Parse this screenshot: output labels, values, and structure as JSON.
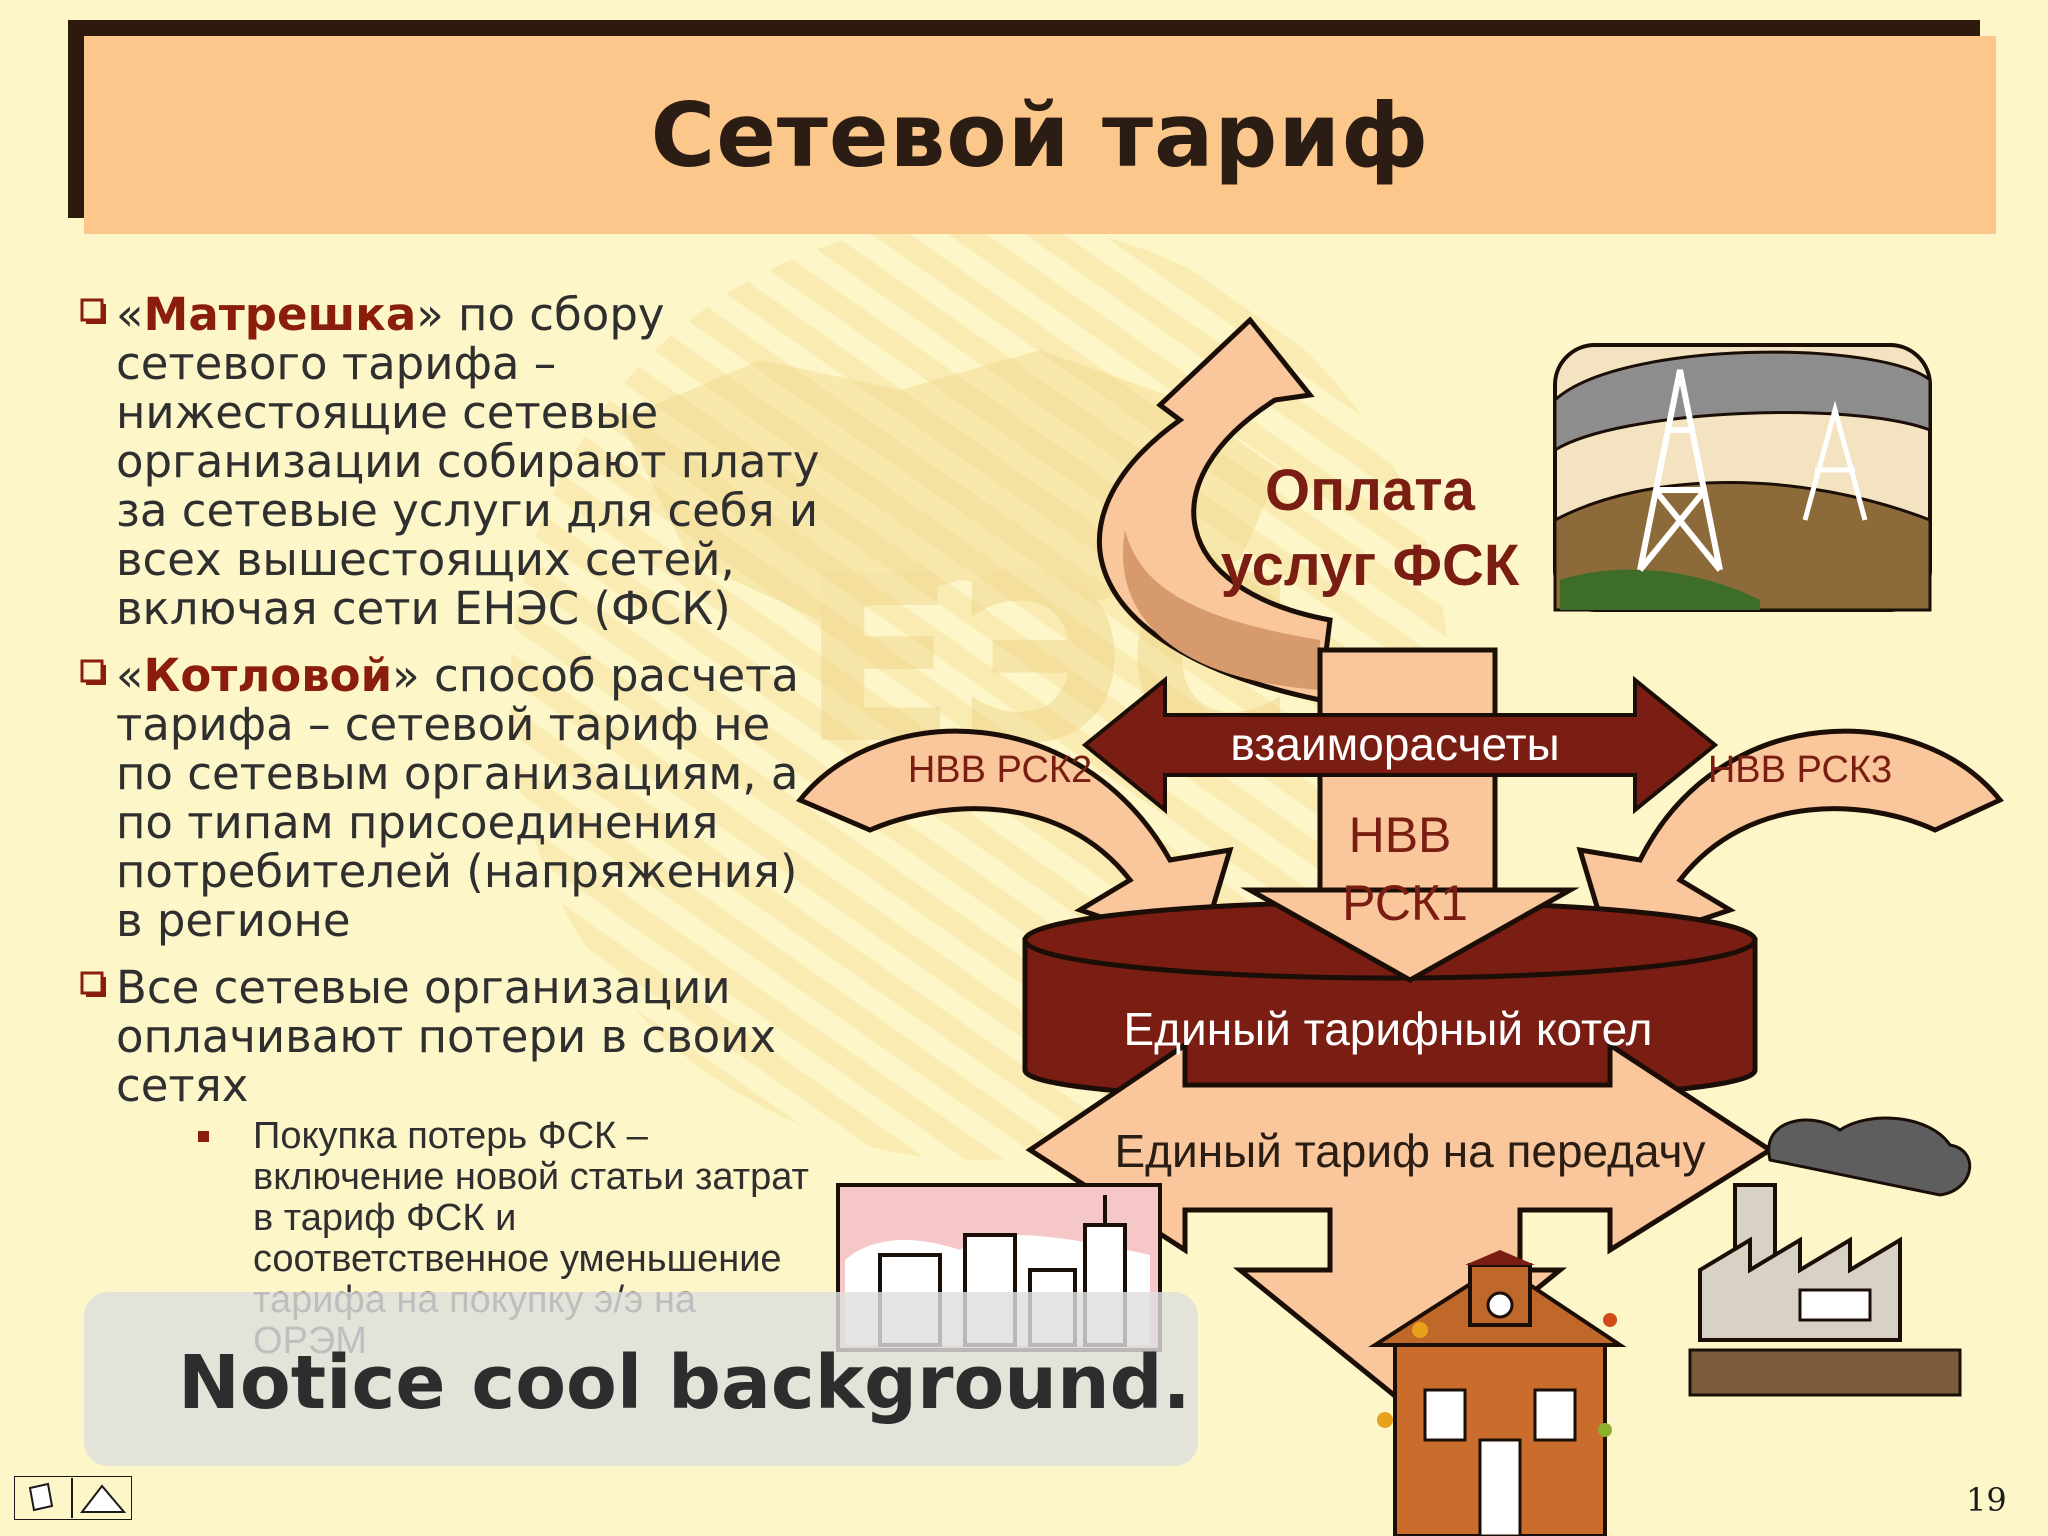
{
  "slide": {
    "title": "Сетевой тариф",
    "page_number": "19"
  },
  "bullets": [
    {
      "pre": "«",
      "bold": "Матрешка",
      "post": "» по сбору сетевого тарифа – нижестоящие сетевые организации собирают плату за сетевые услуги для себя и всех вышестоящих сетей, включая сети ЕНЭС (ФСК)"
    },
    {
      "pre": "«",
      "bold": "Котловой",
      "post": "» способ расчета тарифа – сетевой тариф не по сетевым организациям, а по типам присоединения потребителей (напряжения) в регионе"
    },
    {
      "pre": "",
      "bold": "",
      "post": "Все сетевые организации оплачивают потери в своих сетях"
    }
  ],
  "sub_bullet": "Покупка потерь ФСК – включение новой статьи затрат в тариф ФСК и соответственное уменьшение тарифа на покупку э/э на ОРЭМ",
  "diagram": {
    "payment_line1": "Оплата",
    "payment_line2": "услуг ФСК",
    "settlements": "взаиморасчеты",
    "nvv_rsk2": "НВВ РСК2",
    "nvv_rsk3": "НВВ РСК3",
    "nvv_rsk1_line1": "НВВ",
    "nvv_rsk1_line2": "РСК1",
    "pot": "Единый тарифный котел",
    "transmission": "Единый тариф на передачу"
  },
  "caption": "Notice cool background.",
  "icons": {
    "checkbox": "checkbox-square-icon",
    "nav": "slide-nav-icon",
    "towers": "power-transmission-towers-icon",
    "city": "city-skyline-icon",
    "factory": "factory-icon",
    "school": "schoolhouse-icon"
  },
  "colors": {
    "background": "#fdf6c8",
    "title_band": "#fbc78a",
    "accent_dark": "#7a1d12",
    "arrow_light": "#f9c79b",
    "text": "#2f2f2f"
  }
}
